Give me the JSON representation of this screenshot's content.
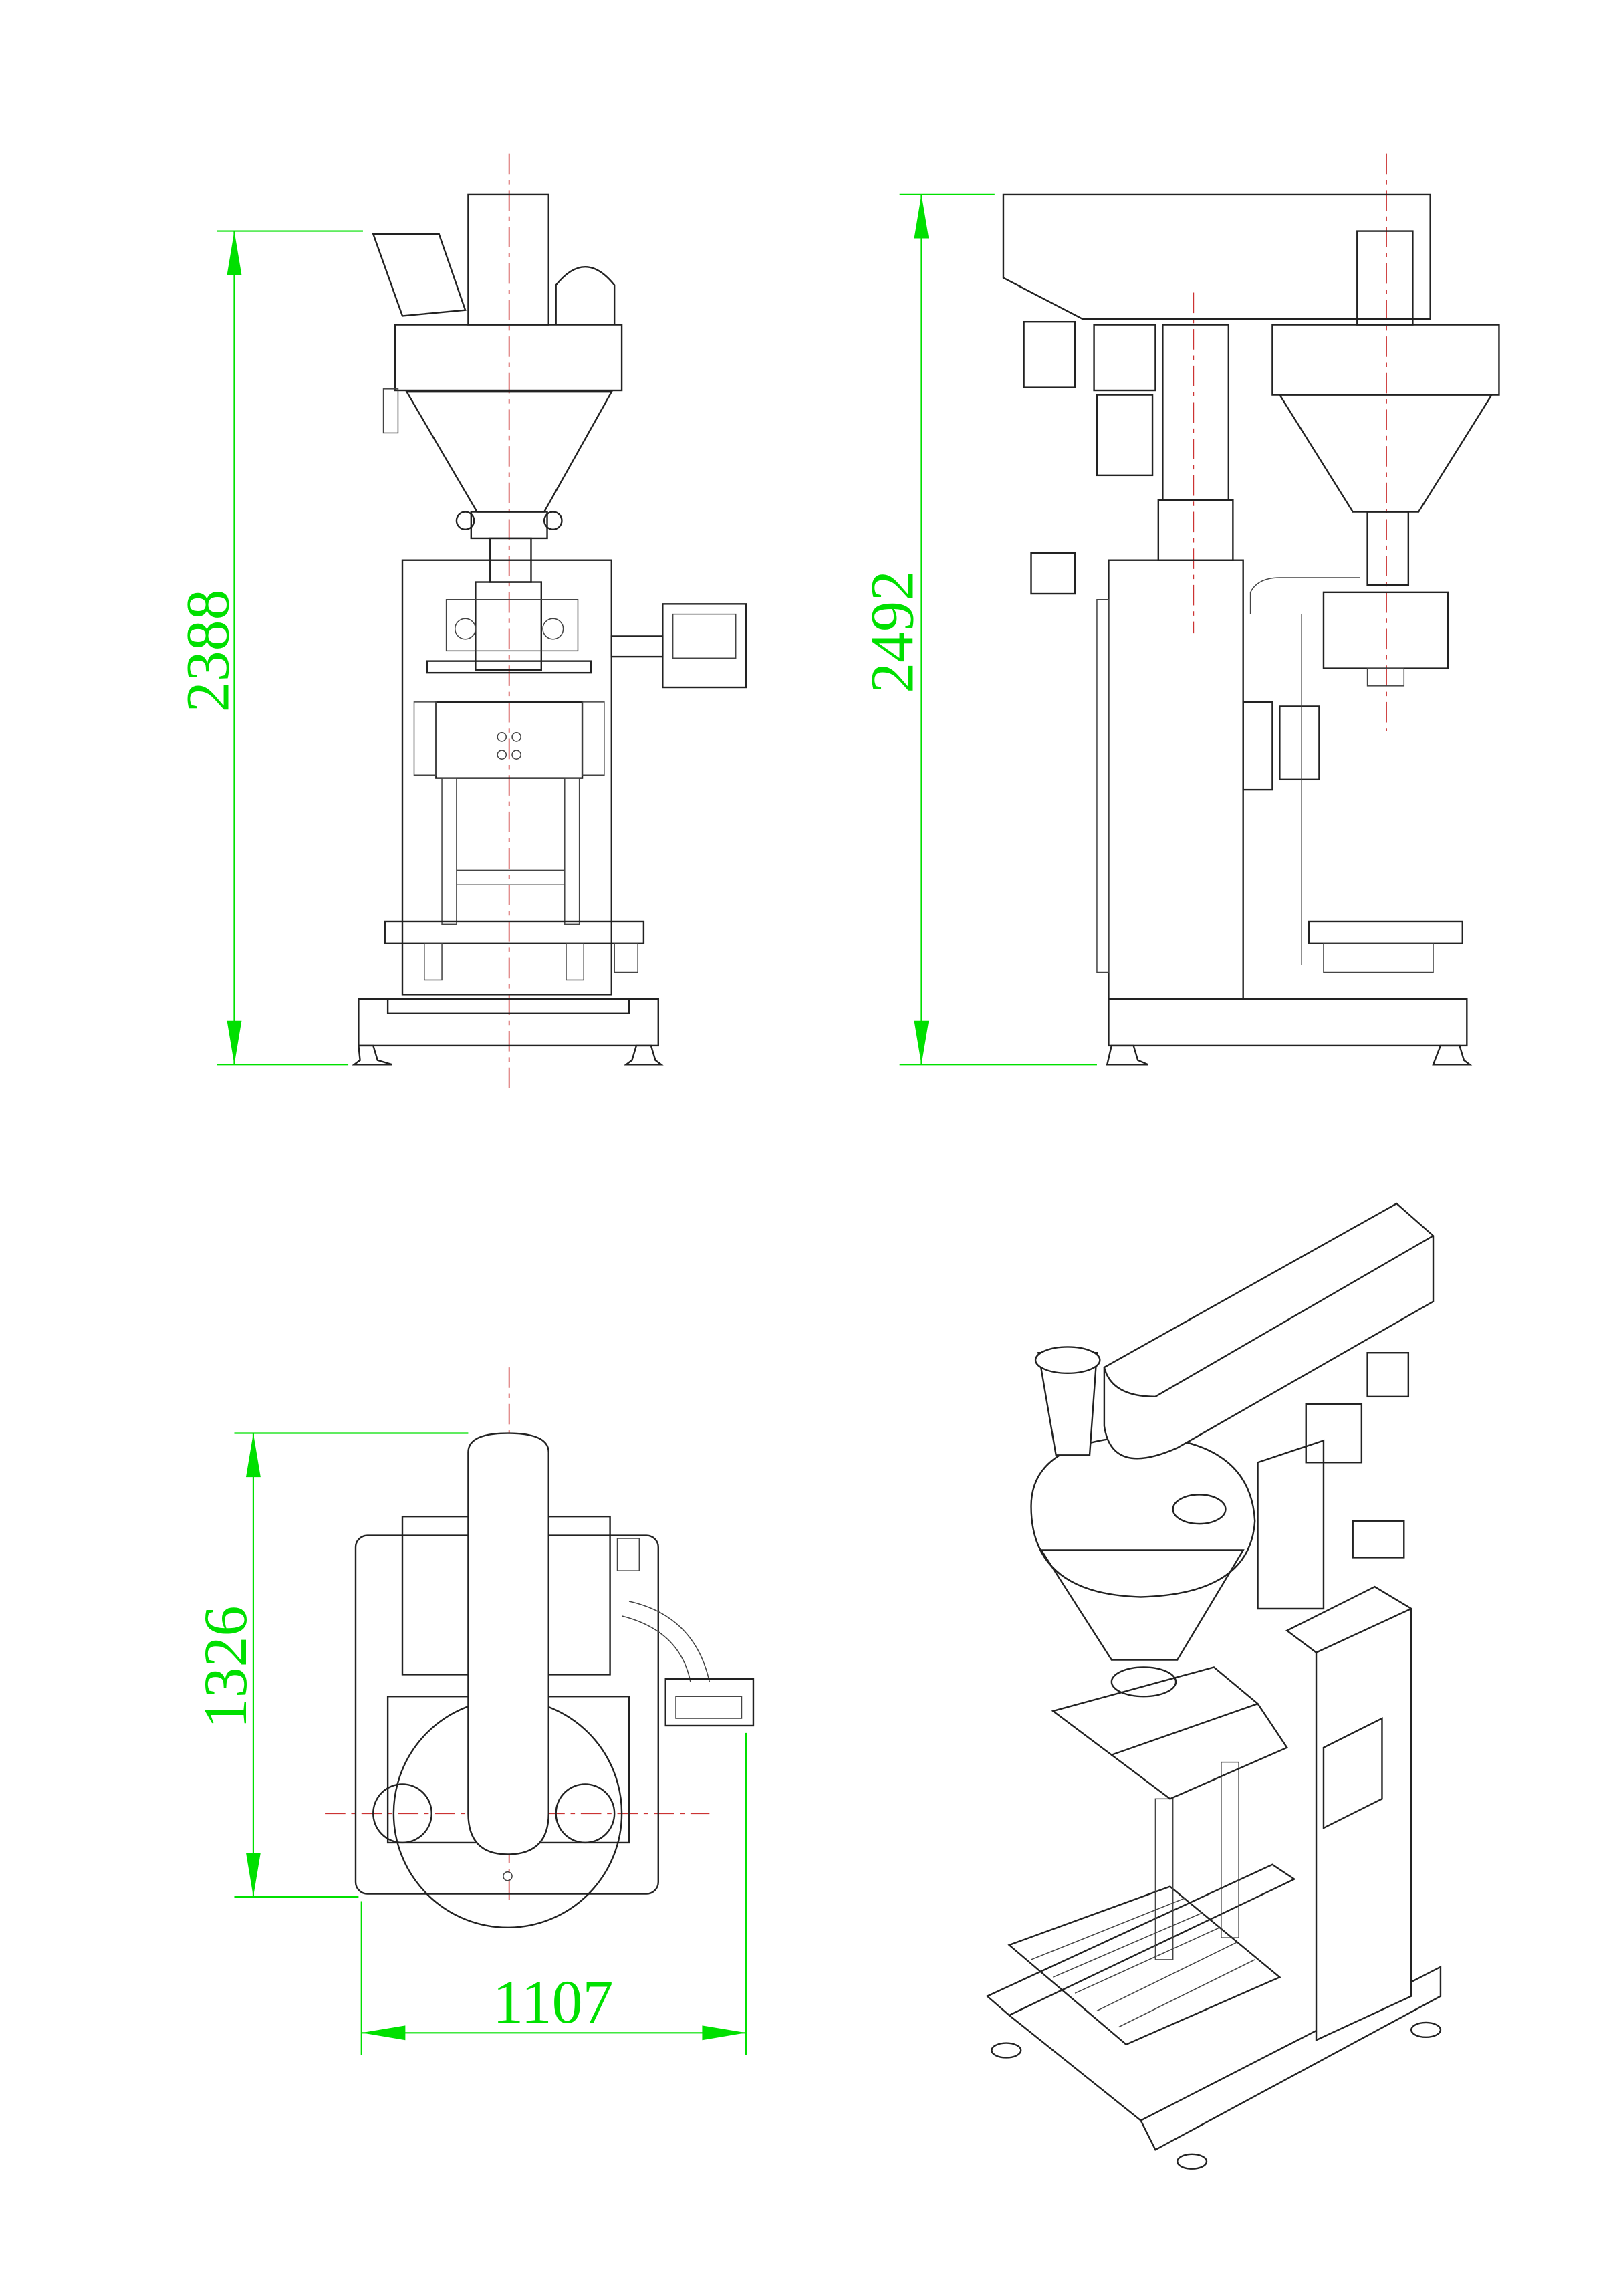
{
  "drawing": {
    "views": [
      "front",
      "side",
      "top",
      "isometric"
    ],
    "dimensions": {
      "front_height": "2388",
      "side_height": "2492",
      "top_depth": "1326",
      "top_width": "1107"
    },
    "colors": {
      "dimension": "#00e000",
      "line": "#222222",
      "centerline": "#cc3333"
    }
  }
}
